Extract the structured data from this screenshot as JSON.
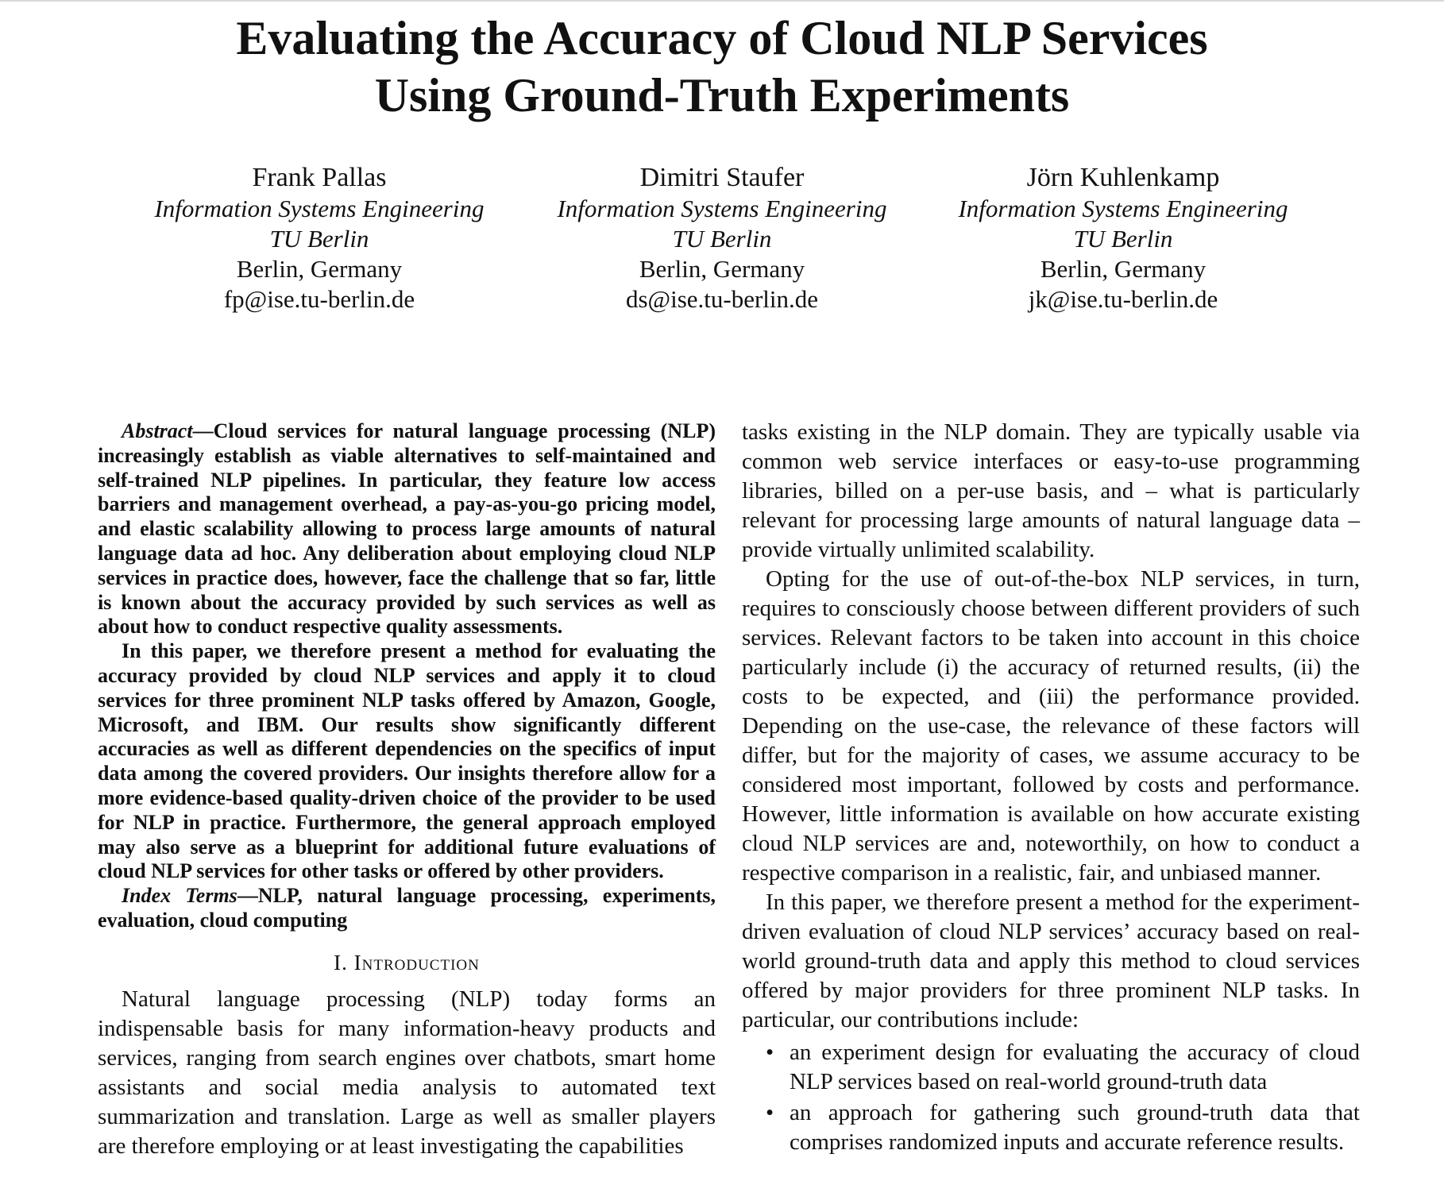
{
  "paper": {
    "title_lines": [
      "Evaluating the Accuracy of Cloud NLP Services",
      "Using Ground-Truth Experiments"
    ],
    "authors": [
      {
        "name": "Frank Pallas",
        "dept": "Information Systems Engineering",
        "org": "TU Berlin",
        "location": "Berlin, Germany",
        "email": "fp@ise.tu-berlin.de"
      },
      {
        "name": "Dimitri Staufer",
        "dept": "Information Systems Engineering",
        "org": "TU Berlin",
        "location": "Berlin, Germany",
        "email": "ds@ise.tu-berlin.de"
      },
      {
        "name": "Jörn Kuhlenkamp",
        "dept": "Information Systems Engineering",
        "org": "TU Berlin",
        "location": "Berlin, Germany",
        "email": "jk@ise.tu-berlin.de"
      }
    ],
    "abstract": {
      "lead": "Abstract",
      "dash": "—",
      "p1": "Cloud services for natural language processing (NLP) increasingly establish as viable alternatives to self-maintained and self-trained NLP pipelines. In particular, they feature low access barriers and management overhead, a pay-as-you-go pricing model, and elastic scalability allowing to process large amounts of natural language data ad hoc. Any deliberation about employing cloud NLP services in practice does, however, face the challenge that so far, little is known about the accuracy provided by such services as well as about how to conduct respective quality assessments.",
      "p2": "In this paper, we therefore present a method for evaluating the accuracy provided by cloud NLP services and apply it to cloud services for three prominent NLP tasks offered by Amazon, Google, Microsoft, and IBM. Our results show significantly different accuracies as well as different dependencies on the specifics of input data among the covered providers. Our insights therefore allow for a more evidence-based quality-driven choice of the provider to be used for NLP in practice. Furthermore, the general approach employed may also serve as a blueprint for additional future evaluations of cloud NLP services for other tasks or offered by other providers."
    },
    "index_terms": {
      "lead": "Index Terms",
      "dash": "—",
      "text": "NLP, natural language processing, experiments, evaluation, cloud computing"
    },
    "section1": {
      "numeral": "I.",
      "title": "Introduction",
      "p1": "Natural language processing (NLP) today forms an indispensable basis for many information-heavy products and services, ranging from search engines over chatbots, smart home assistants and social media analysis to automated text summarization and translation. Large as well as smaller players are therefore employing or at least investigating the capabilities",
      "p1_cont": "tasks existing in the NLP domain. They are typically usable via common web service interfaces or easy-to-use programming libraries, billed on a per-use basis, and – what is particularly relevant for processing large amounts of natural language data – provide virtually unlimited scalability.",
      "p2": "Opting for the use of out-of-the-box NLP services, in turn, requires to consciously choose between different providers of such services. Relevant factors to be taken into account in this choice particularly include (i) the accuracy of returned results, (ii) the costs to be expected, and (iii) the performance provided. Depending on the use-case, the relevance of these factors will differ, but for the majority of cases, we assume accuracy to be considered most important, followed by costs and performance. However, little information is available on how accurate existing cloud NLP services are and, noteworthily, on how to conduct a respective comparison in a realistic, fair, and unbiased manner.",
      "p3": "In this paper, we therefore present a method for the experiment-driven evaluation of cloud NLP services’ accuracy based on real-world ground-truth data and apply this method to cloud services offered by major providers for three prominent NLP tasks. In particular, our contributions include:",
      "contributions": [
        "an experiment design for evaluating the accuracy of cloud NLP services based on real-world ground-truth data",
        "an approach for gathering such ground-truth data that comprises randomized inputs and accurate reference results."
      ],
      "bullet": "•"
    }
  }
}
